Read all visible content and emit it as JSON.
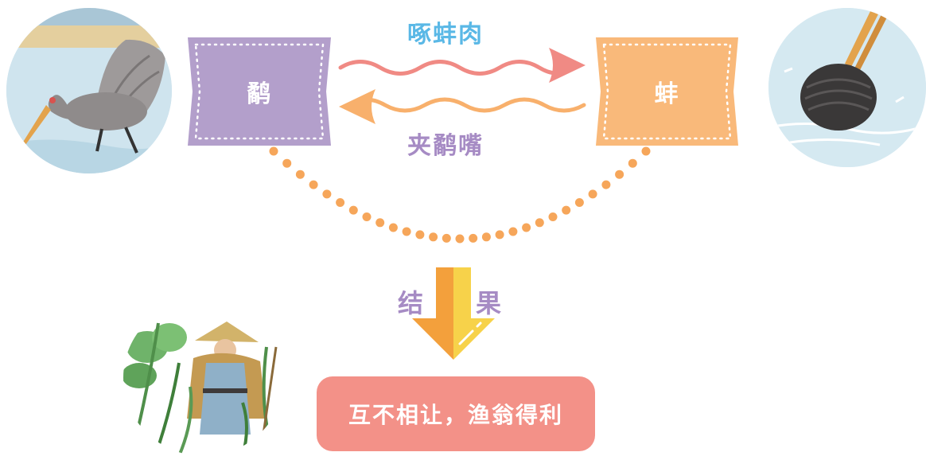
{
  "nodes": {
    "left": {
      "label": "鹬",
      "color": "#b39fcb",
      "illustration": "snipe-bird-wading"
    },
    "right": {
      "label": "蚌",
      "color": "#f9b97a",
      "illustration": "clam-in-water"
    }
  },
  "arrows": {
    "top": {
      "label": "啄蚌肉",
      "color": "#f08a84",
      "label_color": "#5ab8e6"
    },
    "bottom": {
      "label": "夹鹬嘴",
      "color": "#f8b06c",
      "label_color": "#a68bc4"
    }
  },
  "outcome": {
    "left_char": "结",
    "right_char": "果",
    "label_color": "#a68bc4",
    "arrow_colors": [
      "#f3a03c",
      "#f7d24a"
    ]
  },
  "result": {
    "label": "互不相让，渔翁得利",
    "color": "#f39188",
    "illustration": "fisherman-in-reeds"
  },
  "dotted_arc_color": "#f6a65a"
}
